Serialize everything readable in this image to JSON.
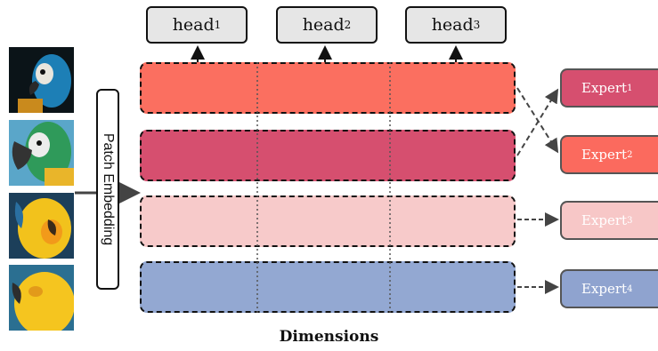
{
  "heads": [
    {
      "label": "head",
      "sub": "1"
    },
    {
      "label": "head",
      "sub": "2"
    },
    {
      "label": "head",
      "sub": "3"
    }
  ],
  "patch_embedding_label": "Patch Embedding",
  "experts": [
    {
      "label": "Expert",
      "sub": "1",
      "color": "#d64f6f",
      "text_color": "#ffffff"
    },
    {
      "label": "Expert",
      "sub": "2",
      "color": "#fb6a5e",
      "text_color": "#ffffff"
    },
    {
      "label": "Expert",
      "sub": "3",
      "color": "#f7c7c7",
      "text_color": "#ffffff"
    },
    {
      "label": "Expert",
      "sub": "4",
      "color": "#8fa3cf",
      "text_color": "#ffffff"
    }
  ],
  "bands": [
    {
      "color": "#fb6f60"
    },
    {
      "color": "#d64f6f"
    },
    {
      "color": "#f7caca"
    },
    {
      "color": "#93a8d2"
    }
  ],
  "axis_label": "Dimensions"
}
